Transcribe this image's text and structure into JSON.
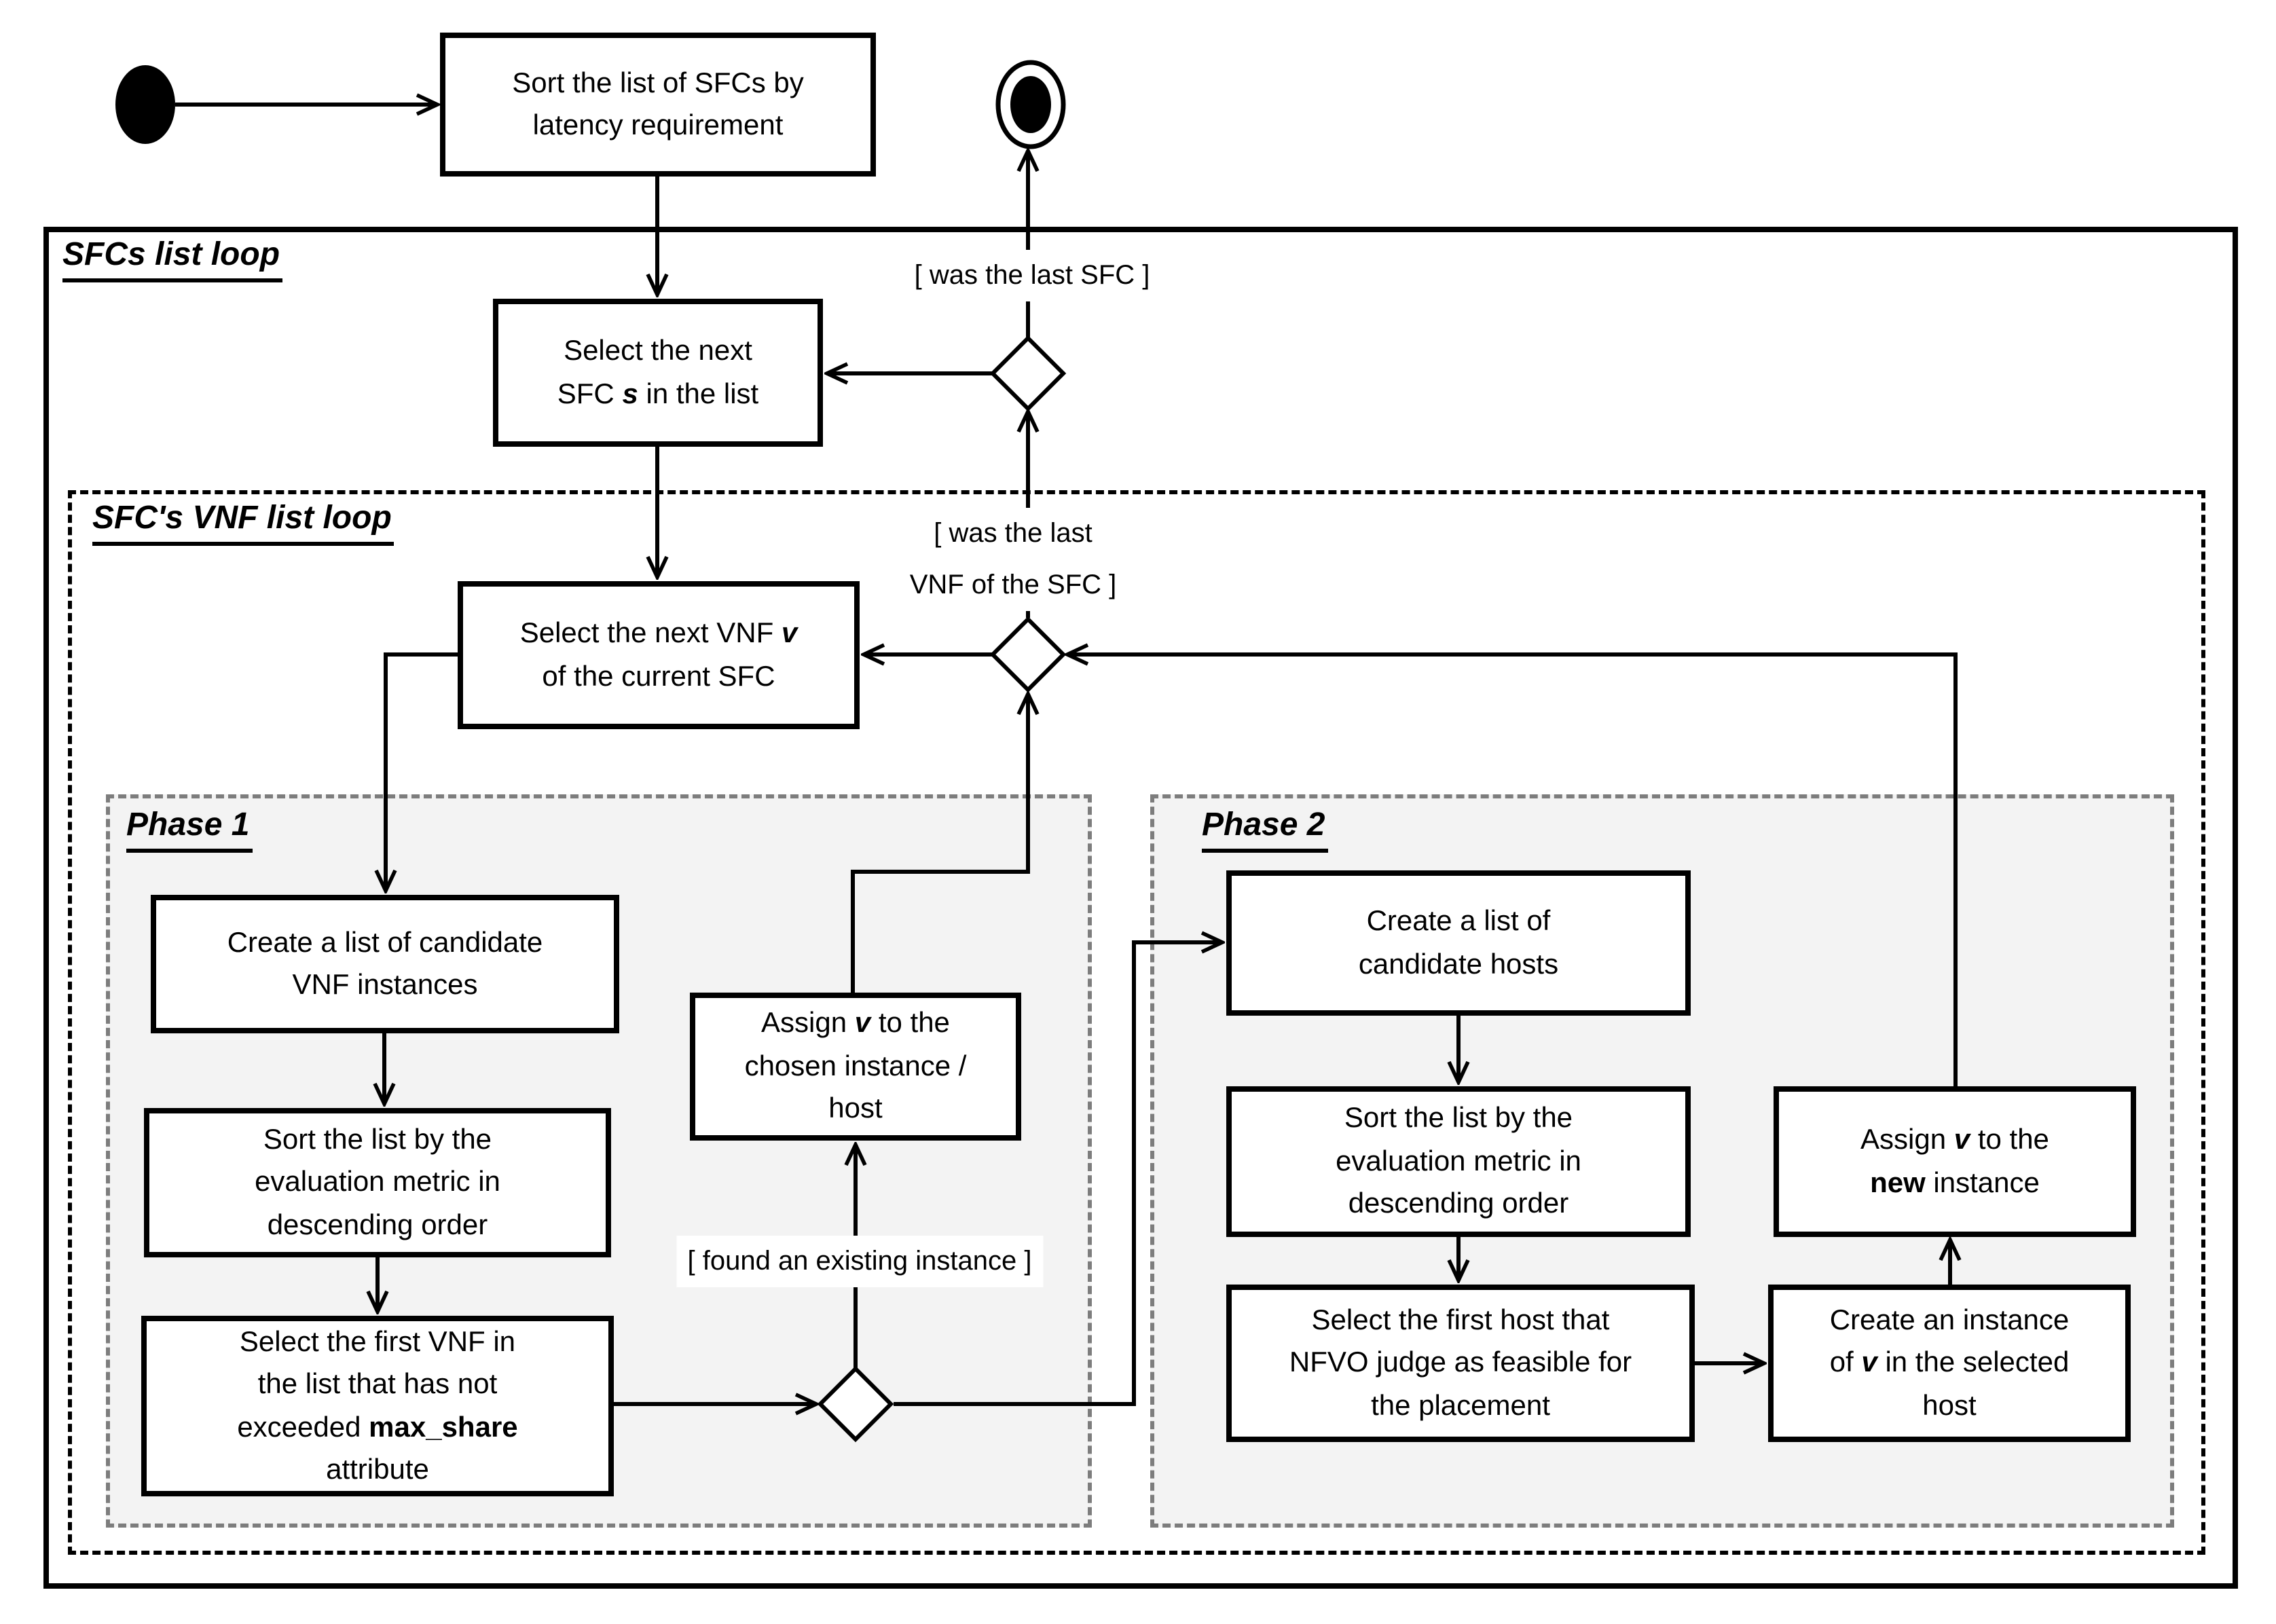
{
  "colors": {
    "background": "#ffffff",
    "line": "#000000",
    "box_fill": "#ffffff",
    "box_border": "#000000",
    "phase_fill": "#f3f3f3",
    "phase_border": "#7d7d7d"
  },
  "frames": {
    "sfcs_loop_label": "SFCs list loop",
    "vnf_loop_label": "SFC's VNF list loop",
    "phase1_label": "Phase 1",
    "phase2_label": "Phase 2"
  },
  "guards": {
    "was_last_sfc": "[ was the last SFC ]",
    "was_last_vnf": "[ was the last\nVNF of the SFC ]",
    "found_existing": "[ found an existing instance ]"
  },
  "nodes": {
    "sort_sfcs": {
      "segments": [
        {
          "t": "Sort the list of SFCs by\nlatency requirement"
        }
      ]
    },
    "select_sfc": {
      "segments": [
        {
          "t": "Select the next\nSFC "
        },
        {
          "t": "s",
          "style": "bi"
        },
        {
          "t": " in the list"
        }
      ]
    },
    "select_vnf": {
      "segments": [
        {
          "t": "Select the next VNF "
        },
        {
          "t": "v",
          "style": "bi"
        },
        {
          "t": "\nof the current SFC"
        }
      ]
    },
    "create_vnf_candidates": {
      "segments": [
        {
          "t": "Create a list of candidate\nVNF instances"
        }
      ]
    },
    "sort_metric_p1": {
      "segments": [
        {
          "t": "Sort the list by the\nevaluation metric in\ndescending order"
        }
      ]
    },
    "select_first_vnf": {
      "segments": [
        {
          "t": "Select the first VNF in\nthe list that has not\nexceeded "
        },
        {
          "t": "max_share",
          "style": "b"
        },
        {
          "t": "\nattribute"
        }
      ]
    },
    "assign_chosen": {
      "segments": [
        {
          "t": "Assign "
        },
        {
          "t": "v",
          "style": "bi"
        },
        {
          "t": " to the\nchosen instance /\nhost"
        }
      ]
    },
    "create_host_candidates": {
      "segments": [
        {
          "t": "Create a list of\ncandidate hosts"
        }
      ]
    },
    "sort_metric_p2": {
      "segments": [
        {
          "t": "Sort the list by the\nevaluation metric in\ndescending order"
        }
      ]
    },
    "select_first_host": {
      "segments": [
        {
          "t": "Select the first host that\nNFVO judge as feasible for\nthe placement"
        }
      ]
    },
    "create_instance": {
      "segments": [
        {
          "t": "Create an instance\nof "
        },
        {
          "t": "v",
          "style": "bi"
        },
        {
          "t": "  in the selected\nhost"
        }
      ]
    },
    "assign_new": {
      "segments": [
        {
          "t": "Assign "
        },
        {
          "t": "v",
          "style": "bi"
        },
        {
          "t": " to the\n"
        },
        {
          "t": "new",
          "style": "b"
        },
        {
          "t": " instance"
        }
      ]
    }
  }
}
